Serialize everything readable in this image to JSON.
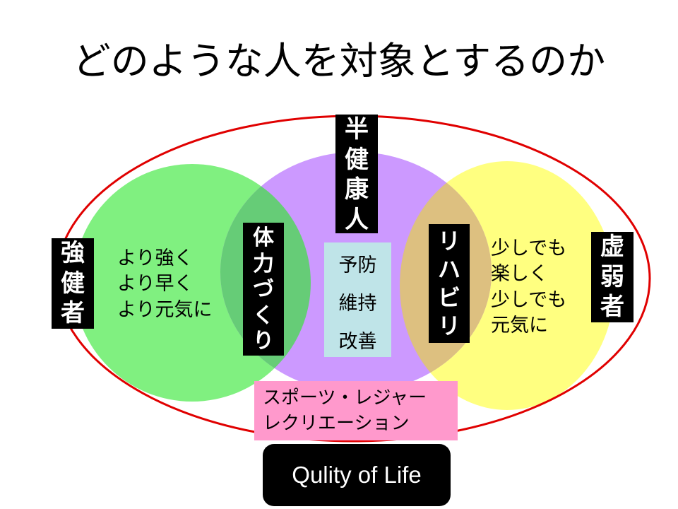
{
  "title": "どのような人を対象とするのか",
  "colors": {
    "green_circle": "#80f080",
    "purple_circle": "#cc99ff",
    "yellow_circle": "#ffff80",
    "green_purple_overlap": "#66cc77",
    "purple_yellow_overlap": "#ddc080",
    "outer_ellipse": "#e00000",
    "center_box": "#bfe4e8",
    "sports_box": "#ff99cc"
  },
  "labels": {
    "left_group": [
      "強",
      "健",
      "者"
    ],
    "top_group": [
      "半",
      "健",
      "康",
      "人"
    ],
    "right_group": [
      "虚",
      "弱",
      "者"
    ],
    "left_overlap": [
      "体",
      "力",
      "づ",
      "く",
      "り"
    ],
    "right_overlap": [
      "リ",
      "ハ",
      "ビ",
      "リ"
    ]
  },
  "texts": {
    "left_goals": [
      "より強く",
      "より早く",
      "より元気に"
    ],
    "center_goals": [
      "予防",
      "維持",
      "改善"
    ],
    "right_goals": [
      "少しでも",
      "楽しく",
      "少しでも",
      "元気に"
    ],
    "sports": [
      "スポーツ・レジャー",
      "レクリエーション"
    ],
    "quality": "Qulity of Life"
  }
}
